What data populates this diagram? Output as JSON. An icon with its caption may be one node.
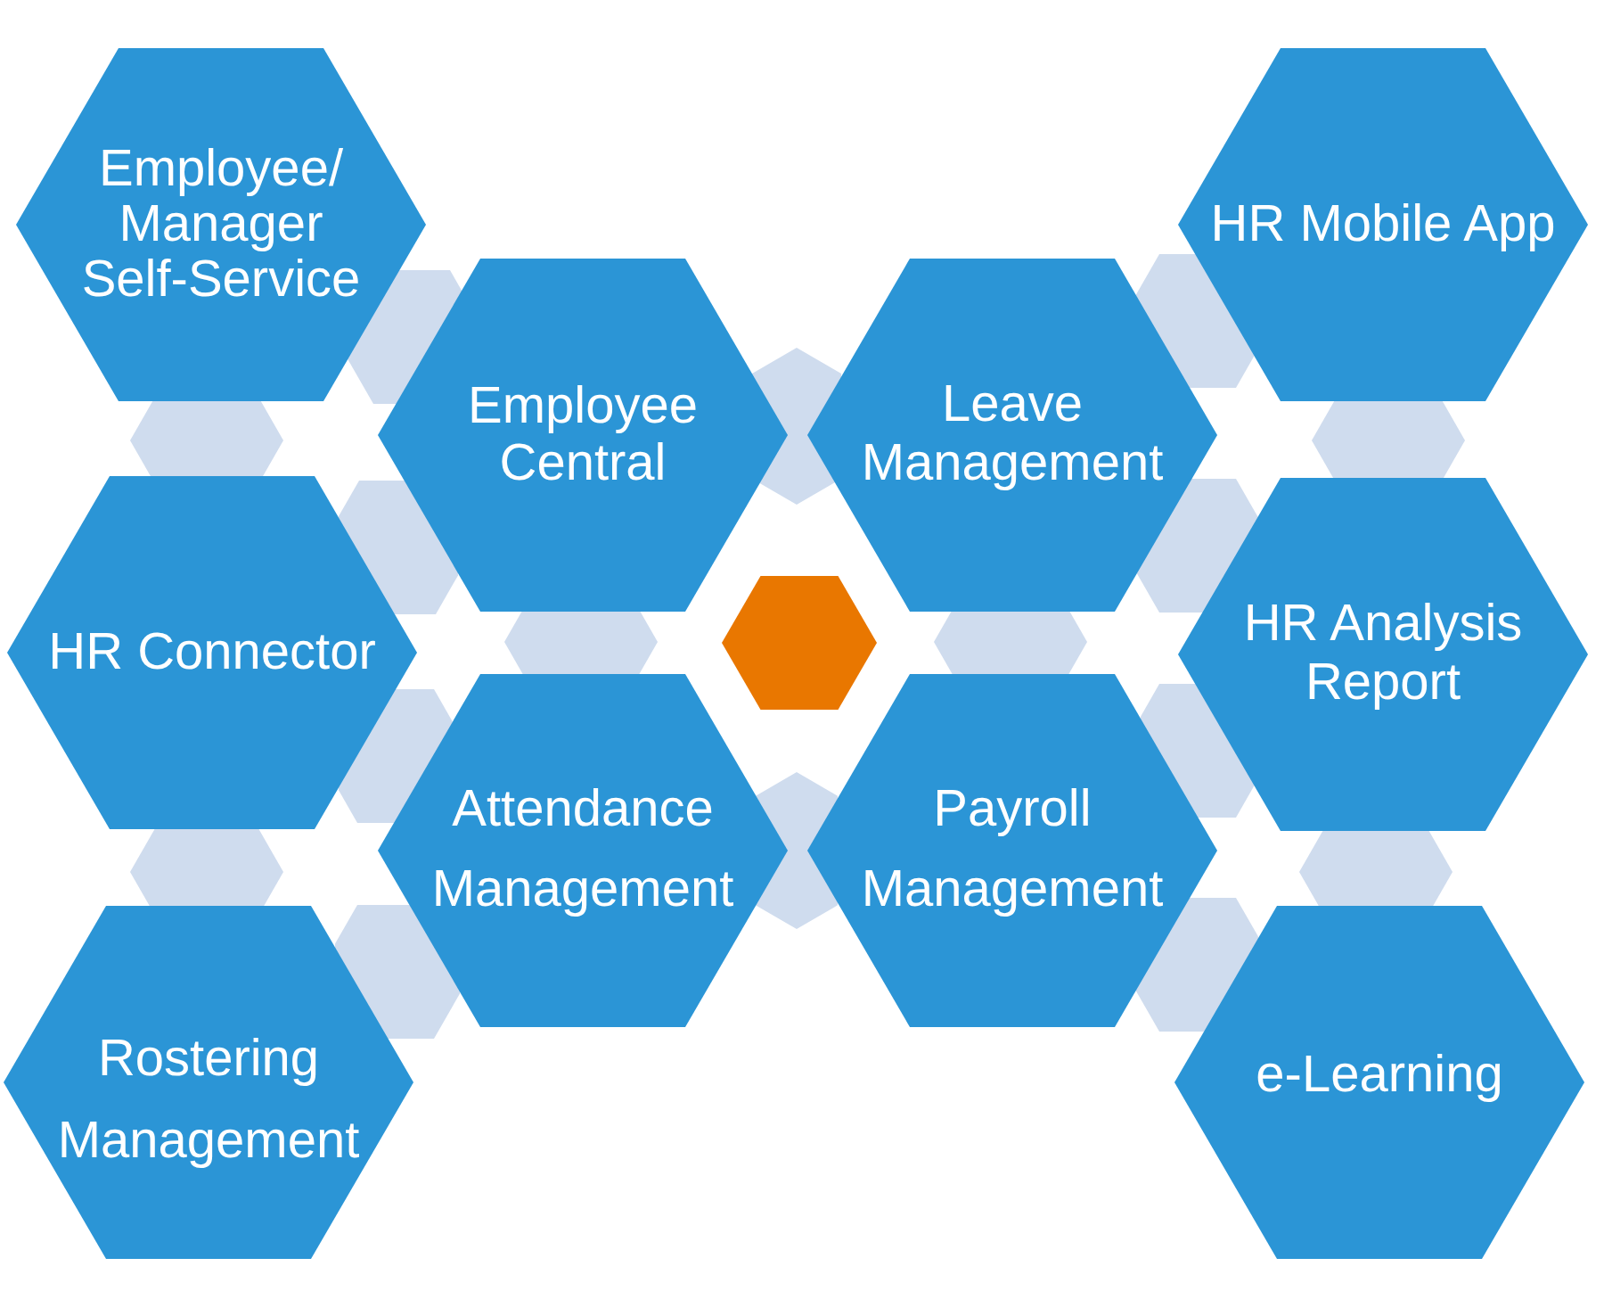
{
  "diagram": {
    "nodes": [
      {
        "text": [
          "Employee/ Manager Self-Service"
        ]
      },
      {
        "text": [
          "HR Mobile App"
        ]
      },
      {
        "text": [
          "Employee Central"
        ]
      },
      {
        "text": [
          "Leave Management"
        ]
      },
      {
        "text": [
          "HR Connector"
        ]
      },
      {
        "text": [
          "HR Analysis Report"
        ]
      },
      {
        "text": [],
        "shape": "hexagon"
      },
      {
        "text": [
          "Attendance Management"
        ]
      },
      {
        "text": [
          "Payroll Management"
        ]
      },
      {
        "text": [
          "Rostering Management"
        ]
      },
      {
        "text": [
          "e-Learning"
        ]
      },
      {
        "text": [],
        "shape": "hexagon"
      },
      {
        "text": [],
        "shape": "hexagon"
      },
      {
        "text": [],
        "shape": "hexagon"
      },
      {
        "text": [],
        "shape": "hexagon"
      },
      {
        "text": [],
        "shape": "hexagon"
      },
      {
        "text": [],
        "shape": "hexagon"
      },
      {
        "text": [],
        "shape": "hexagon"
      },
      {
        "text": [],
        "shape": "hexagon"
      },
      {
        "text": [],
        "shape": "hexagon"
      },
      {
        "text": [],
        "shape": "hexagon"
      },
      {
        "text": [],
        "shape": "hexagon"
      },
      {
        "text": [],
        "shape": "hexagon"
      },
      {
        "text": [],
        "shape": "hexagon"
      },
      {
        "text": [],
        "shape": "hexagon"
      },
      {
        "text": [],
        "shape": "hexagon"
      },
      {
        "text": [],
        "shape": "hexagon"
      }
    ]
  }
}
